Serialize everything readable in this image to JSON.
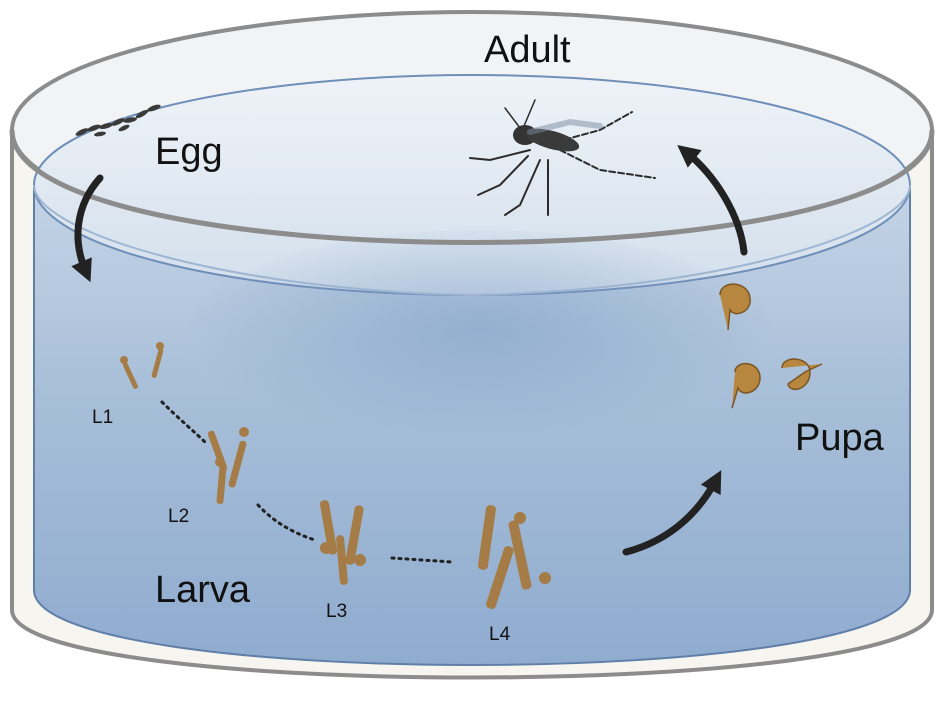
{
  "labels": {
    "adult": "Adult",
    "egg": "Egg",
    "pupa": "Pupa",
    "larva": "Larva",
    "l1": "L1",
    "l2": "L2",
    "l3": "L3",
    "l4": "L4"
  },
  "colors": {
    "water_top": "#e9eff6",
    "water_body": "#a9bfd8",
    "water_deep": "#7f9ec4",
    "container_outline": "#8a8a8a",
    "container_wall": "#f5f4ef",
    "arrow": "#222222",
    "larva_body": "#a57c45",
    "pupa_body": "#b8873f"
  }
}
